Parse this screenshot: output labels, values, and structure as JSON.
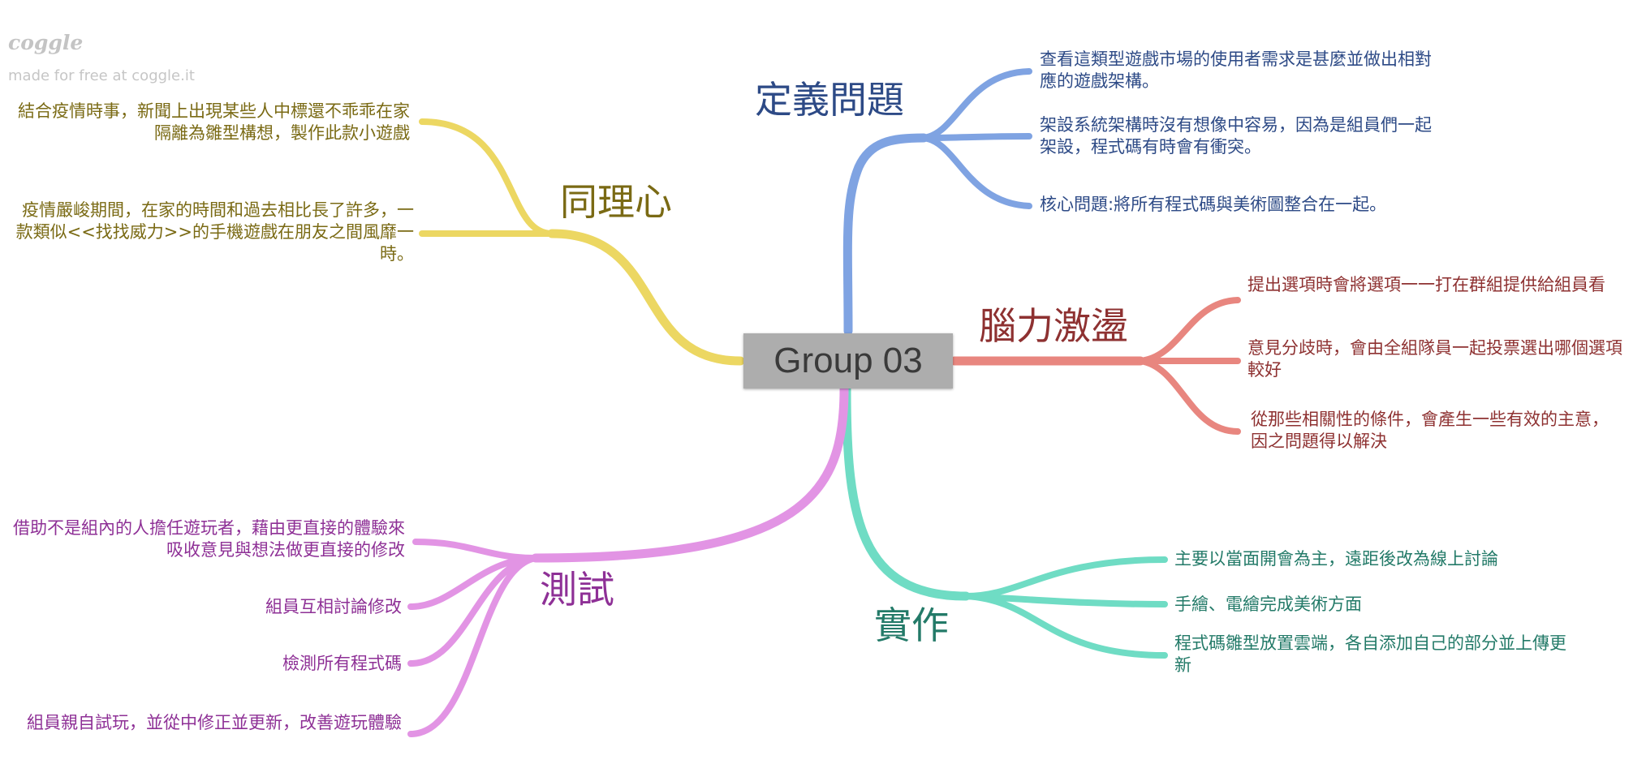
{
  "watermark": {
    "logo": "coggle",
    "tagline": "made for free at coggle.it"
  },
  "center": {
    "label": "Group 03",
    "color": "#adadad"
  },
  "branches": {
    "define": {
      "title": "定義問題",
      "color": "#7fa3e2",
      "text_color": "#2d4a86",
      "items": [
        "查看這類型遊戲市場的使用者需求是甚麼並做出相對應的遊戲架構。",
        "架設系統架構時沒有想像中容易，因為是組員們一起架設，程式碼有時會有衝突。",
        "核心問題:將所有程式碼與美術圖整合在一起。"
      ]
    },
    "brainstorm": {
      "title": "腦力激盪",
      "color": "#e8867f",
      "text_color": "#8e3131",
      "items": [
        "提出選項時會將選項一一打在群組提供給組員看",
        "意見分歧時，會由全組隊員一起投票選出哪個選項較好",
        "從那些相關性的條件，會產生一些有效的主意，因之問題得以解決"
      ]
    },
    "implement": {
      "title": "實作",
      "color": "#6fdcc4",
      "text_color": "#237a68",
      "items": [
        "主要以當面開會為主，遠距後改為線上討論",
        "手繪、電繪完成美術方面",
        "程式碼雛型放置雲端，各自添加自己的部分並上傳更新"
      ]
    },
    "test": {
      "title": "測試",
      "color": "#e294e4",
      "text_color": "#8e3096",
      "items": [
        "借助不是組內的人擔任遊玩者，藉由更直接的體驗來吸收意見與想法做更直接的修改",
        "組員互相討論修改",
        "檢測所有程式碼",
        "組員親自試玩，並從中修正並更新，改善遊玩體驗"
      ]
    },
    "empathy": {
      "title": "同理心",
      "color": "#ecd762",
      "text_color": "#7a6a14",
      "items": [
        "結合疫情時事，新聞上出現某些人中標還不乖乖在家隔離為雛型構想，製作此款小遊戲",
        "疫情嚴峻期間，在家的時間和過去相比長了許多，一款類似<<找找威力>>的手機遊戲在朋友之間風靡一時。"
      ]
    }
  }
}
